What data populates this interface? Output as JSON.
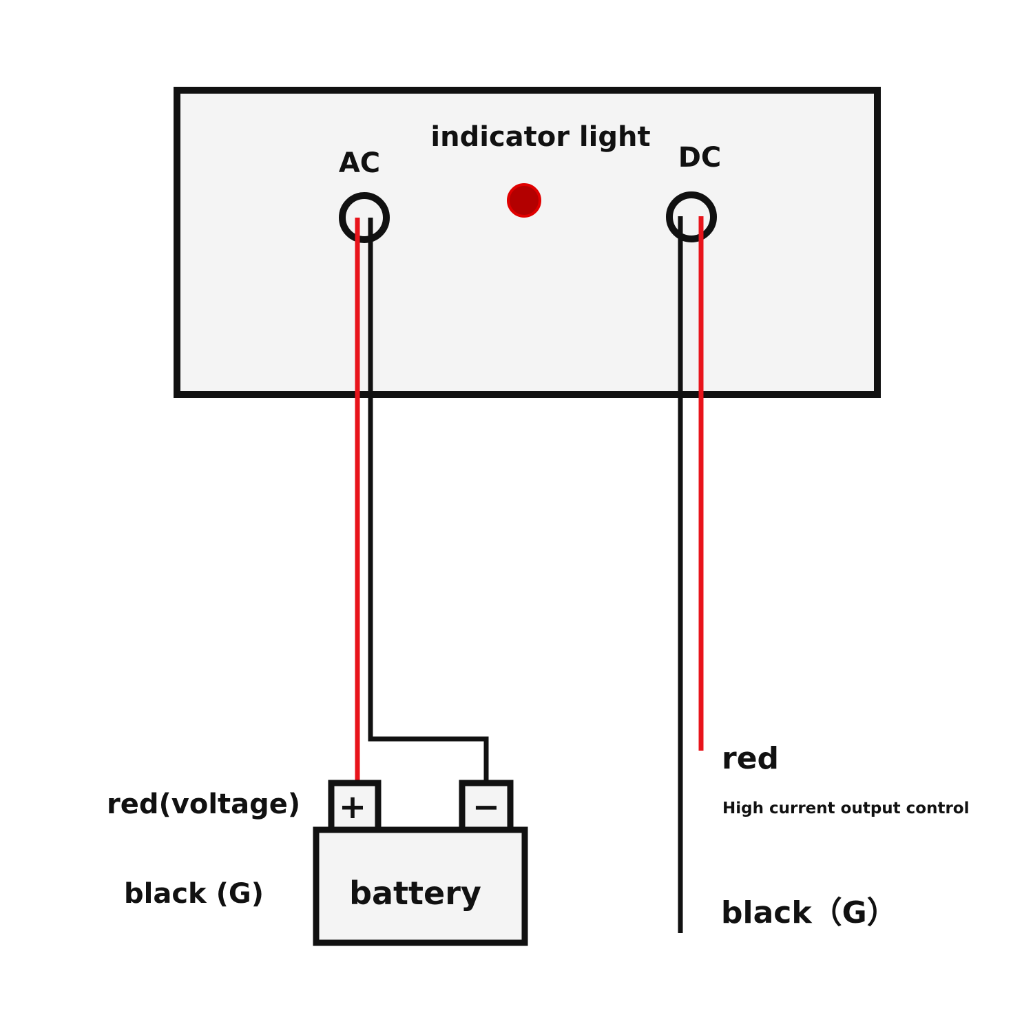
{
  "device": {
    "ac_label": "AC",
    "dc_label": "DC",
    "indicator_label": "indicator light"
  },
  "battery": {
    "label": "battery",
    "plus_symbol": "+",
    "minus_symbol": "−"
  },
  "left_legend": {
    "red": "red(voltage)",
    "black": "black (G)"
  },
  "right_legend": {
    "red": "red",
    "description": "High current output control",
    "black": "black（G）"
  },
  "colors": {
    "red_wire": "#e8141b",
    "black_wire": "#111111",
    "box_fill": "#f4f4f4",
    "indicator_fill": "#b30000",
    "indicator_stroke": "#e00000"
  }
}
